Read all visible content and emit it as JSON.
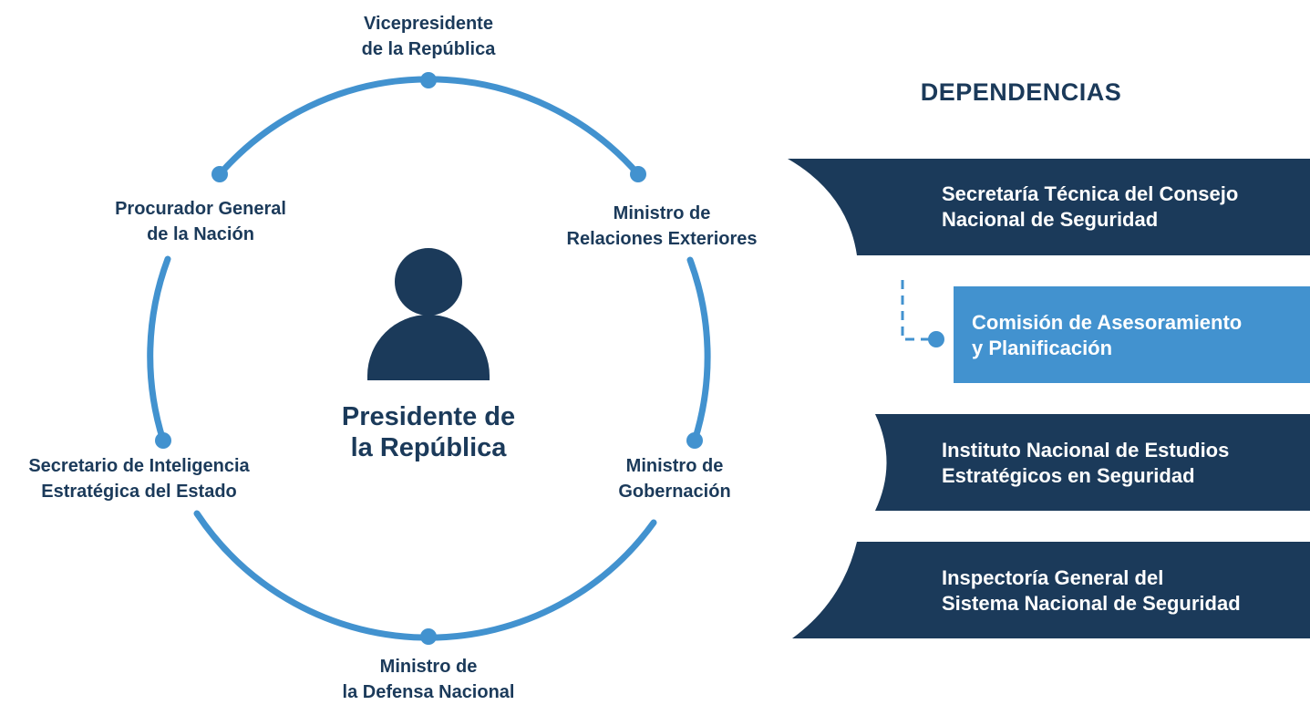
{
  "circle": {
    "members": {
      "vicepresidente": [
        "Vicepresidente",
        "de la República"
      ],
      "relaciones": [
        "Ministro de",
        "Relaciones Exteriores"
      ],
      "gobernacion": [
        "Ministro de",
        "Gobernación"
      ],
      "defensa": [
        "Ministro de",
        "la Defensa Nacional"
      ],
      "inteligencia": [
        "Secretario de Inteligencia",
        "Estratégica del Estado"
      ],
      "procurador": [
        "Procurador General",
        "de la Nación"
      ]
    },
    "center": [
      "Presidente de",
      "la República"
    ]
  },
  "dependencias": {
    "title": "DEPENDENCIAS",
    "items": [
      [
        "Secretaría Técnica del Consejo",
        "Nacional de Seguridad"
      ],
      [
        "Comisión de Asesoramiento",
        "y Planificación"
      ],
      [
        "Instituto Nacional de Estudios",
        "Estratégicos en Seguridad"
      ],
      [
        "Inspectoría General del",
        "Sistema Nacional de Seguridad"
      ]
    ]
  },
  "colors": {
    "navy": "#1b3a5a",
    "accent_blue": "#4292cf",
    "white": "#ffffff"
  }
}
